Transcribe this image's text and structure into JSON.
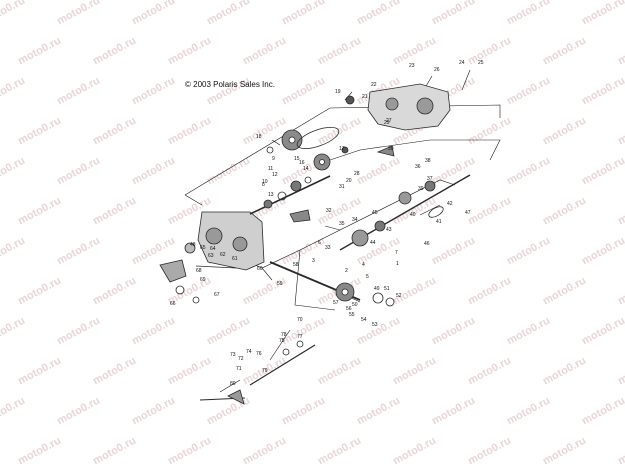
{
  "copyright": "© 2003 Polaris Sales Inc.",
  "watermark_text": "moto0.ru",
  "colors": {
    "line": "#1a1a1a",
    "watermark": "#e9d6d6",
    "part": "#2b2b2b"
  },
  "callouts": [
    "1",
    "2",
    "3",
    "4",
    "5",
    "6",
    "7",
    "8",
    "9",
    "10",
    "11",
    "12",
    "13",
    "14",
    "15",
    "16",
    "17",
    "18",
    "19",
    "20",
    "21",
    "22",
    "23",
    "24",
    "25",
    "26",
    "27",
    "28",
    "29",
    "30",
    "31",
    "32",
    "33",
    "34",
    "35",
    "36",
    "37",
    "38",
    "39",
    "40",
    "41",
    "42",
    "43",
    "44",
    "45",
    "46",
    "47",
    "48",
    "49",
    "50",
    "51",
    "52",
    "53",
    "54",
    "55",
    "56",
    "57",
    "58",
    "59",
    "60",
    "61",
    "62",
    "63",
    "64",
    "65",
    "66",
    "67",
    "68",
    "69",
    "70",
    "71",
    "72",
    "73",
    "74",
    "75",
    "76",
    "77",
    "78",
    "79",
    "80"
  ]
}
